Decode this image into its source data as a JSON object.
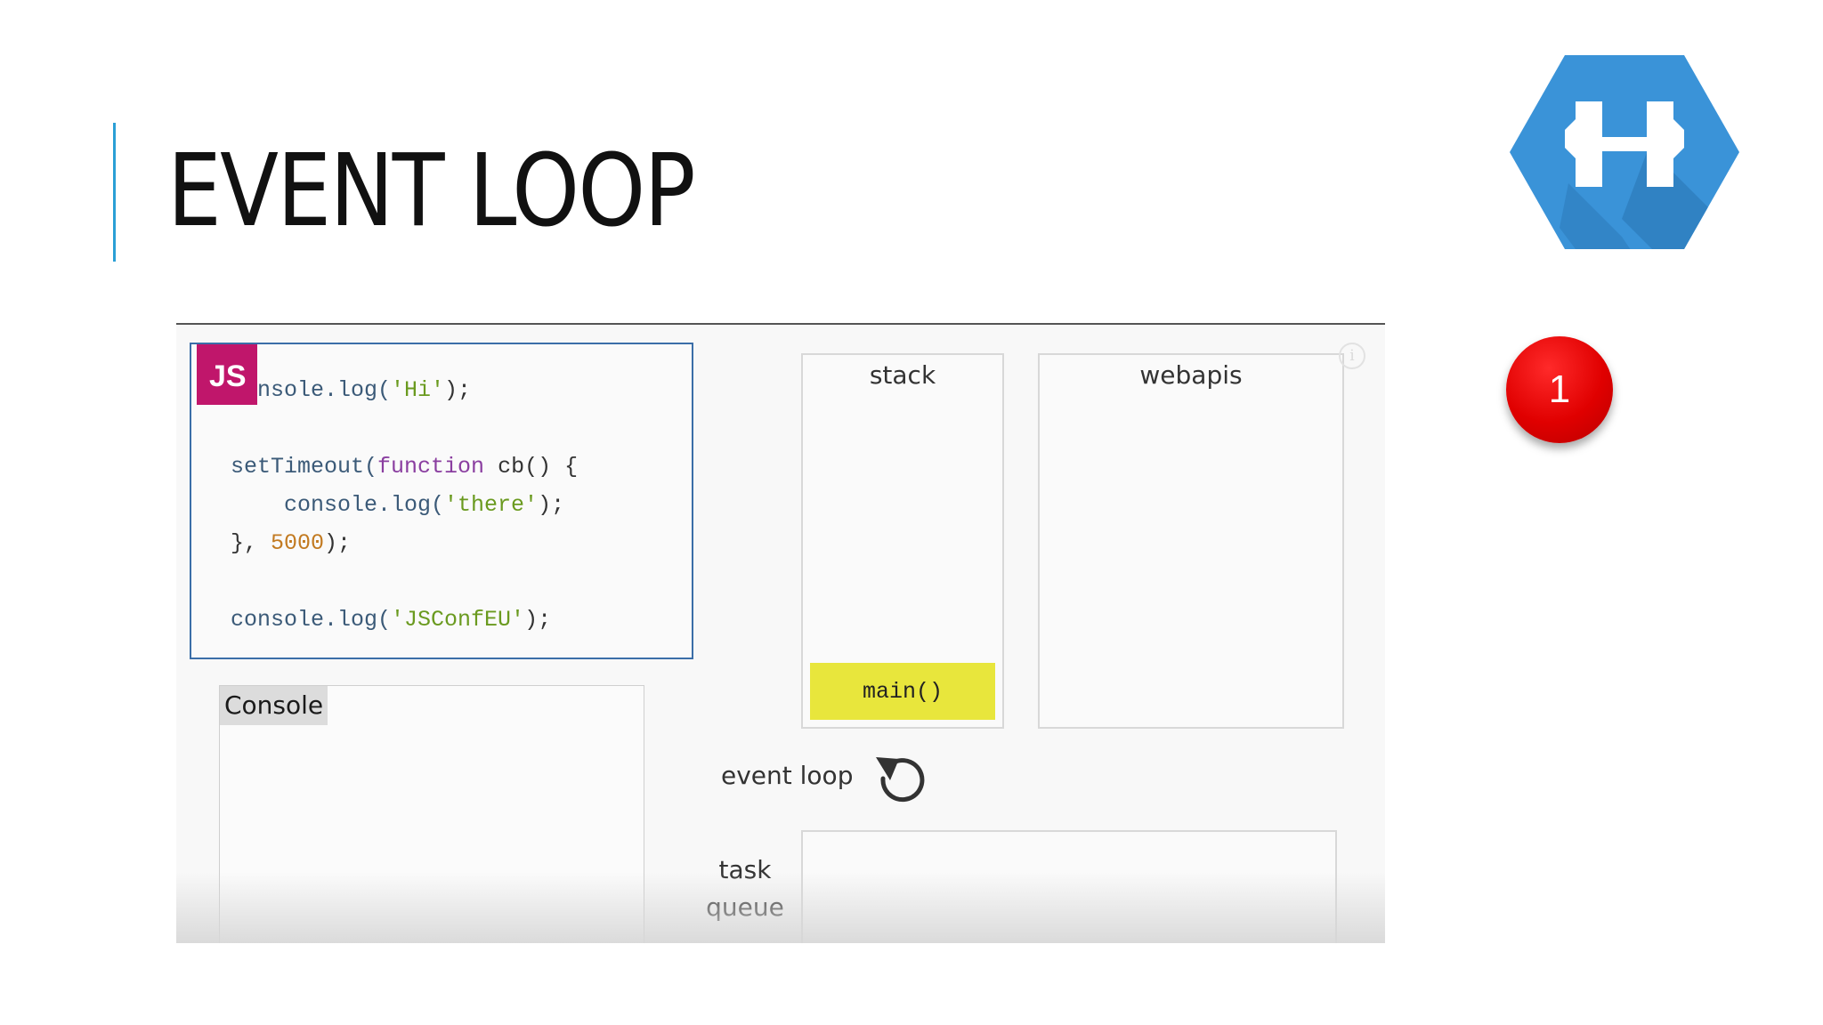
{
  "slide": {
    "title": "EVENT LOOP",
    "badge_number": "1",
    "accent_color": "#2a9fd6",
    "badge_color": "#e00000",
    "logo_icon": "hexagon-h-logo"
  },
  "demo": {
    "js_badge": "JS",
    "code_lines": [
      "console.log('Hi');",
      "",
      "setTimeout(function cb() {",
      "    console.log('there');",
      "}, 5000);",
      "",
      "console.log('JSConfEU');"
    ],
    "code_tokens": {
      "l1_fn": "console.log(",
      "l1_str": "'Hi'",
      "l1_end": ");",
      "l3_fn": "setTimeout(",
      "l3_kw": "function",
      "l3_end": " cb() {",
      "l4_fn": "    console.log(",
      "l4_str": "'there'",
      "l4_end": ");",
      "l5_start": "}, ",
      "l5_num": "5000",
      "l5_end": ");",
      "l7_fn": "console.log(",
      "l7_str": "'JSConfEU'",
      "l7_end": ");"
    },
    "console_label": "Console",
    "stack_label": "stack",
    "stack_frames": [
      "main()"
    ],
    "webapis_label": "webapis",
    "info_glyph": "i",
    "event_loop_label": "event loop",
    "task_queue_label_line1": "task",
    "task_queue_label_line2": "queue",
    "stack_frame_color": "#e8e63c",
    "js_badge_color": "#c0166b"
  }
}
